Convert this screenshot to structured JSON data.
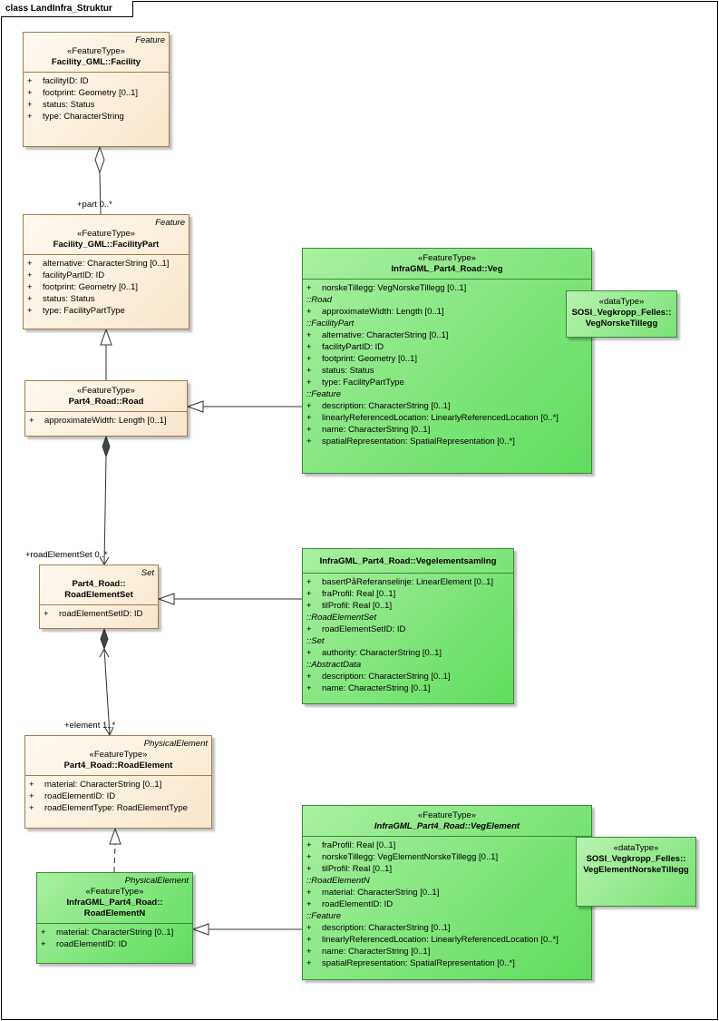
{
  "frame_title": "class LandInfra_Struktur",
  "classes": {
    "facility": {
      "kind": "Feature",
      "stereotype": "«FeatureType»",
      "name": "Facility_GML::Facility",
      "attrs": [
        {
          "vis": "+",
          "text": "facilityID: ID"
        },
        {
          "vis": "+",
          "text": "footprint: Geometry [0..1]"
        },
        {
          "vis": "+",
          "text": "status: Status"
        },
        {
          "vis": "+",
          "text": "type: CharacterString"
        }
      ]
    },
    "facilitypart": {
      "kind": "Feature",
      "stereotype": "«FeatureType»",
      "name": "Facility_GML::FacilityPart",
      "attrs": [
        {
          "vis": "+",
          "text": "alternative: CharacterString [0..1]"
        },
        {
          "vis": "+",
          "text": "facilityPartID: ID"
        },
        {
          "vis": "+",
          "text": "footprint: Geometry [0..1]"
        },
        {
          "vis": "+",
          "text": "status: Status"
        },
        {
          "vis": "+",
          "text": "type: FacilityPartType"
        }
      ]
    },
    "road": {
      "stereotype": "«FeatureType»",
      "name": "Part4_Road::Road",
      "attrs": [
        {
          "vis": "+",
          "text": "approximateWidth: Length [0..1]"
        }
      ]
    },
    "roadelementset": {
      "kind": "Set",
      "name_line1": "Part4_Road::",
      "name_line2": "RoadElementSet",
      "attrs": [
        {
          "vis": "+",
          "text": "roadElementSetID: ID"
        }
      ]
    },
    "roadelement": {
      "kind": "PhysicalElement",
      "stereotype": "«FeatureType»",
      "name": "Part4_Road::RoadElement",
      "attrs": [
        {
          "vis": "+",
          "text": "material: CharacterString [0..1]"
        },
        {
          "vis": "+",
          "text": "roadElementID: ID"
        },
        {
          "vis": "+",
          "text": "roadElementType: RoadElementType"
        }
      ]
    },
    "roadelementn": {
      "kind": "PhysicalElement",
      "stereotype": "«FeatureType»",
      "name_line1": "InfraGML_Part4_Road::",
      "name_line2": "RoadElementN",
      "attrs": [
        {
          "vis": "+",
          "text": "material: CharacterString [0..1]"
        },
        {
          "vis": "+",
          "text": "roadElementID: ID"
        }
      ]
    },
    "veg": {
      "stereotype": "«FeatureType»",
      "name": "InfraGML_Part4_Road::Veg",
      "own": [
        {
          "vis": "+",
          "text": "norskeTillegg: VegNorskeTillegg [0..1]"
        }
      ],
      "groups": [
        {
          "label": "::Road",
          "attrs": [
            {
              "vis": "+",
              "text": "approximateWidth: Length [0..1]"
            }
          ]
        },
        {
          "label": "::FacilityPart",
          "attrs": [
            {
              "vis": "+",
              "text": "alternative: CharacterString [0..1]"
            },
            {
              "vis": "+",
              "text": "facilityPartID: ID"
            },
            {
              "vis": "+",
              "text": "footprint: Geometry [0..1]"
            },
            {
              "vis": "+",
              "text": "status: Status"
            },
            {
              "vis": "+",
              "text": "type: FacilityPartType"
            }
          ]
        },
        {
          "label": "::Feature",
          "attrs": [
            {
              "vis": "+",
              "text": "description: CharacterString [0..1]"
            },
            {
              "vis": "+",
              "text": "linearlyReferencedLocation: LinearlyReferencedLocation [0..*]"
            },
            {
              "vis": "+",
              "text": "name: CharacterString [0..1]"
            },
            {
              "vis": "+",
              "text": "spatialRepresentation: SpatialRepresentation [0..*]"
            }
          ]
        }
      ]
    },
    "vegnorsketillegg": {
      "stereotype": "«dataType»",
      "name_line1": "SOSI_Vegkropp_Felles::",
      "name_line2": "VegNorskeTillegg"
    },
    "vegelementsamling": {
      "name": "InfraGML_Part4_Road::Vegelementsamling",
      "own": [
        {
          "vis": "+",
          "text": "basertPåReferanselinje: LinearElement [0..1]"
        },
        {
          "vis": "+",
          "text": "fraProfil: Real [0..1]"
        },
        {
          "vis": "+",
          "text": "tilProfil: Real [0..1]"
        }
      ],
      "groups": [
        {
          "label": "::RoadElementSet",
          "attrs": [
            {
              "vis": "+",
              "text": "roadElementSetID: ID"
            }
          ]
        },
        {
          "label": "::Set",
          "attrs": [
            {
              "vis": "+",
              "text": "authority: CharacterString [0..1]"
            }
          ]
        },
        {
          "label": "::AbstractData",
          "attrs": [
            {
              "vis": "+",
              "text": "description: CharacterString [0..1]"
            },
            {
              "vis": "+",
              "text": "name: CharacterString [0..1]"
            }
          ]
        }
      ]
    },
    "vegelement": {
      "stereotype": "«FeatureType»",
      "name": "InfraGML_Part4_Road::VegElement",
      "own": [
        {
          "vis": "+",
          "text": "fraProfil: Real [0..1]"
        },
        {
          "vis": "+",
          "text": "norskeTillegg: VegElementNorskeTillegg [0..1]"
        },
        {
          "vis": "+",
          "text": "tilProfil: Real [0..1]"
        }
      ],
      "groups": [
        {
          "label": "::RoadElementN",
          "attrs": [
            {
              "vis": "+",
              "text": "material: CharacterString [0..1]"
            },
            {
              "vis": "+",
              "text": "roadElementID: ID"
            }
          ]
        },
        {
          "label": "::Feature",
          "attrs": [
            {
              "vis": "+",
              "text": "description: CharacterString [0..1]"
            },
            {
              "vis": "+",
              "text": "linearlyReferencedLocation: LinearlyReferencedLocation [0..*]"
            },
            {
              "vis": "+",
              "text": "name: CharacterString [0..1]"
            },
            {
              "vis": "+",
              "text": "spatialRepresentation: SpatialRepresentation [0..*]"
            }
          ]
        }
      ]
    },
    "vegelementnorsketillegg": {
      "stereotype": "«dataType»",
      "name_line1": "SOSI_Vegkropp_Felles::",
      "name_line2": "VegElementNorskeTillegg"
    }
  },
  "labels": {
    "part_role": "+part",
    "part_mult": "0..*",
    "roadelementset_role": "+roadElementSet",
    "roadelementset_mult": "0..*",
    "element_role": "+element",
    "element_mult": "1..*"
  }
}
